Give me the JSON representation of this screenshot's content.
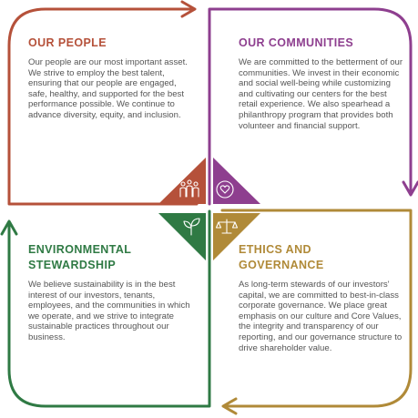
{
  "colors": {
    "people": "#b5513a",
    "communities": "#8e3f8f",
    "environment": "#2f7a44",
    "ethics": "#b08a38",
    "body_text": "#555555"
  },
  "quadrants": {
    "people": {
      "title": "OUR PEOPLE",
      "body": "Our people are our most important asset. We strive to employ the best talent, ensuring that our people are engaged, safe, healthy, and supported for the best performance possible. We continue to advance diversity, equity, and inclusion.",
      "icon": "people-group-icon"
    },
    "communities": {
      "title": "OUR COMMUNITIES",
      "body": "We are committed to the betterment of our communities. We invest in their economic and social well-being while customizing and cultivating our centers for the best retail experience. We also spearhead a philanthropy program that provides both volunteer and financial support.",
      "icon": "heart-hands-icon"
    },
    "environment": {
      "title_line1": "ENVIRONMENTAL",
      "title_line2": "STEWARDSHIP",
      "body": "We believe sustainability is in the best interest of our investors, tenants, employees, and the communities in which we operate, and we strive to integrate sustainable practices throughout our business.",
      "icon": "sprout-icon"
    },
    "ethics": {
      "title_line1": "ETHICS AND",
      "title_line2": "GOVERNANCE",
      "body": "As long-term stewards of our investors' capital, we are committed to best-in-class corporate governance. We place great emphasis on our culture and Core Values, the integrity and transparency of our reporting, and our governance structure to drive shareholder value.",
      "icon": "balance-scale-icon"
    }
  }
}
